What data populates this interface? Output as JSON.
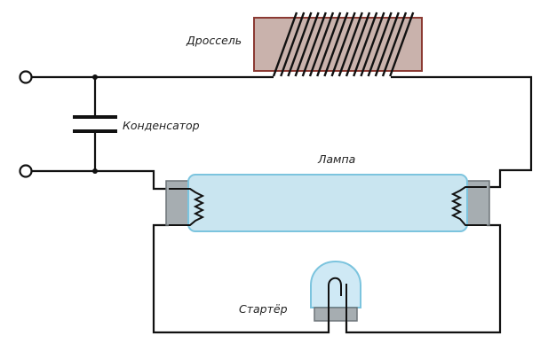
{
  "labels": {
    "choke": "Дроссель",
    "capacitor": "Конденсатор",
    "lamp": "Лампа",
    "starter": "Стартёр"
  },
  "colors": {
    "wire": "#111111",
    "choke_core_fill": "#c9b2ac",
    "choke_core_stroke": "#8b3a33",
    "lamp_fill": "#c9e5f0",
    "lamp_stroke": "#7cc4de",
    "end_cap_fill": "#a6adb1",
    "end_cap_stroke": "#6d7478",
    "starter_bulb_fill": "#cfe9f5",
    "starter_bulb_stroke": "#7cc4de",
    "starter_base_fill": "#a6adb1"
  }
}
